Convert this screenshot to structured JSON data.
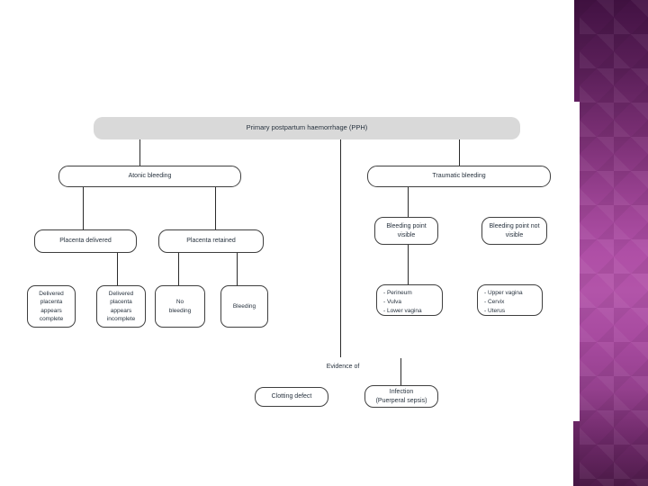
{
  "slide": {
    "title_box": "Primary postpartum haemorrhage (PPH)",
    "nodes": {
      "atonic": "Atonic bleeding",
      "traumatic": "Traumatic bleeding",
      "placenta_delivered": "Placenta delivered",
      "placenta_retained": "Placenta retained",
      "delivered_complete": "Delivered placenta appears complete",
      "delivered_incomplete": "Delivered placenta appears incomplete",
      "no_bleeding": "No bleeding",
      "bleeding": "Bleeding",
      "bleeding_point_visible": "Bleeding point visible",
      "bleeding_point_not_visible": "Bleeding point not visible",
      "clotting_defect": "Clotting defect",
      "infection_line1": "Infection",
      "infection_line2": "(Puerperal sepsis)"
    },
    "lists": {
      "visible_sites": [
        "- Perineum",
        "- Vulva",
        "- Lower vagina"
      ],
      "not_visible_sites": [
        "- Upper vagina",
        "- Cervix",
        "- Uterus"
      ]
    },
    "labels": {
      "evidence_of": "Evidence of"
    },
    "colors": {
      "title_box_fill": "#d9d9d9",
      "node_border": "#3f3f3f",
      "node_text": "#28333f",
      "connector": "#2b2b2b",
      "sidebar_top": "#421243",
      "sidebar_mid": "#b254a9",
      "sidebar_bottom": "#4e1b4a",
      "slide_background": "#ffffff"
    }
  }
}
